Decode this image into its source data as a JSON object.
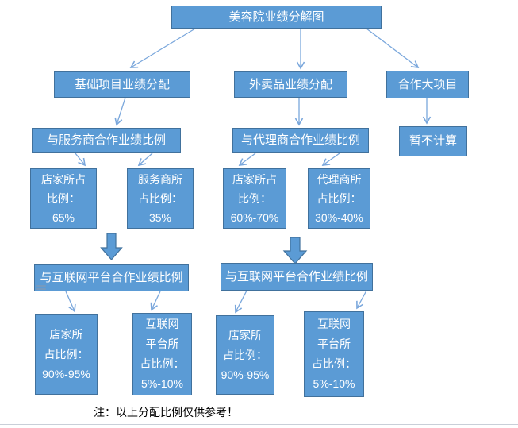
{
  "flowchart": {
    "title": "美容院业绩分解图",
    "nodes": {
      "title": {
        "label": "美容院业绩分解图"
      },
      "base_projects": {
        "label": "基础项目业绩分配"
      },
      "takeout_products": {
        "label": "外卖品业绩分配"
      },
      "coop_major": {
        "label": "合作大项目"
      },
      "service_ratio": {
        "label": "与服务商合作业绩比例"
      },
      "agent_ratio": {
        "label": "与代理商合作业绩比例"
      },
      "not_calculated": {
        "label": "暂不计算"
      },
      "store_65": {
        "label": "店家所占\n比例：\n65%"
      },
      "service_35": {
        "label": "服务商所\n占比例：\n35%"
      },
      "store_60_70": {
        "label": "店家所占\n比例：\n60%-70%"
      },
      "agent_30_40": {
        "label": "代理商所\n占比例：\n30%-40%"
      },
      "internet_ratio_left": {
        "label": "与互联网平台合作业绩比例"
      },
      "internet_ratio_mid": {
        "label": "与互联网平台合作业绩比例"
      },
      "store_90_95_left": {
        "label": "店家所\n占比例：\n90%-95%"
      },
      "internet_5_10_left": {
        "label": "互联网\n平台所\n占比例：\n5%-10%"
      },
      "store_90_95_mid": {
        "label": "店家所\n占比例：\n90%-95%"
      },
      "internet_5_10_mid": {
        "label": "互联网\n平台所\n占比例：\n5%-10%"
      }
    },
    "note": "注：以上分配比例仅供参考！",
    "colors": {
      "box_fill": "#5b9bd5",
      "box_border": "#41719c",
      "connector": "#7aa7dc",
      "box_text": "#ffffff",
      "note_text": "#000000"
    }
  }
}
